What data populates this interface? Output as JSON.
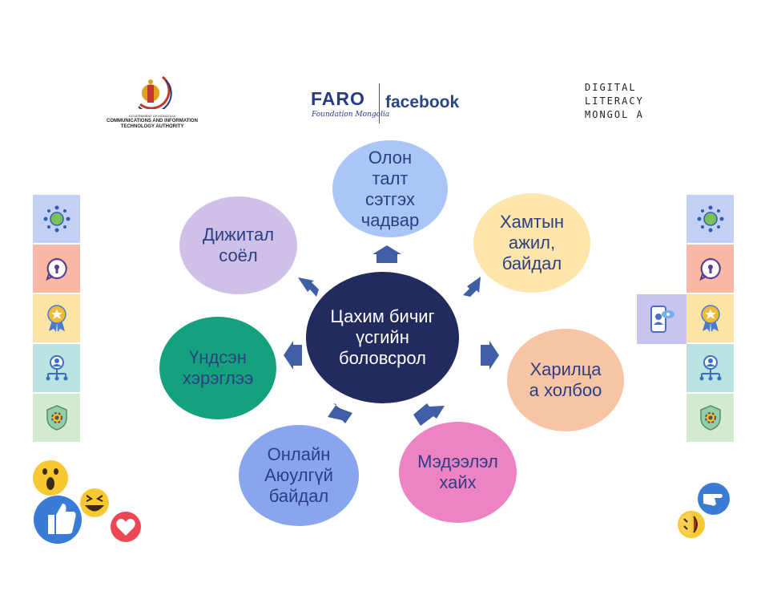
{
  "logos": {
    "cita": {
      "line1": "GOVERNMENT OF MONGOLIA",
      "line2": "COMMUNICATIONS AND INFORMATION",
      "line3": "TECHNOLOGY AUTHORITY"
    },
    "faro": {
      "main": "FARO",
      "sub": "Foundation Mongolia"
    },
    "facebook": "facebook",
    "dlm": {
      "line1": "DIGITAL",
      "line2": "LITERACY",
      "line3": "MONGOL A"
    }
  },
  "diagram": {
    "center": "Цахим бичиг\nүсгийн\nболовсрол",
    "nodes": [
      {
        "id": "top",
        "label": "Олон\nталт\nсэтгэх\nчадвар",
        "color": "#a9c6f7"
      },
      {
        "id": "top-right",
        "label": "Хамтын\nажил,\nбайдал",
        "color": "#fde5ab"
      },
      {
        "id": "right",
        "label": "Харилца\nа холбоо",
        "color": "#f8c4a6"
      },
      {
        "id": "bottom-right",
        "label": "Мэдээлэл\nхайх",
        "color": "#ee83c3"
      },
      {
        "id": "bottom-left",
        "label": "Онлайн\nАюулгүй\nбайдал",
        "color": "#88a5ee"
      },
      {
        "id": "left",
        "label": "Үндсэн\nхэрэглээ",
        "color": "#13a17e"
      },
      {
        "id": "top-left",
        "label": "Дижитал\nсоёл",
        "color": "#cfc0e8"
      }
    ],
    "colors": {
      "center": "#222b5e",
      "arrow": "#3f5ea6"
    }
  },
  "strips": {
    "cells": [
      {
        "icon": "globe-network-icon",
        "bg": "#c4cff5"
      },
      {
        "icon": "lock-chat-icon",
        "bg": "#f8b8a3"
      },
      {
        "icon": "award-ribbon-icon",
        "bg": "#fde4a6"
      },
      {
        "icon": "user-network-icon",
        "bg": "#b9e3e3"
      },
      {
        "icon": "shield-gear-icon",
        "bg": "#d1ead0"
      }
    ],
    "side_card": {
      "icon": "phone-cloud-icon",
      "bg": "#c8c6f0"
    }
  },
  "reactions": {
    "left": [
      "wow-icon",
      "haha-icon",
      "like-icon",
      "love-icon"
    ],
    "right": [
      "pointing-hand-icon",
      "wink-face-icon"
    ]
  }
}
